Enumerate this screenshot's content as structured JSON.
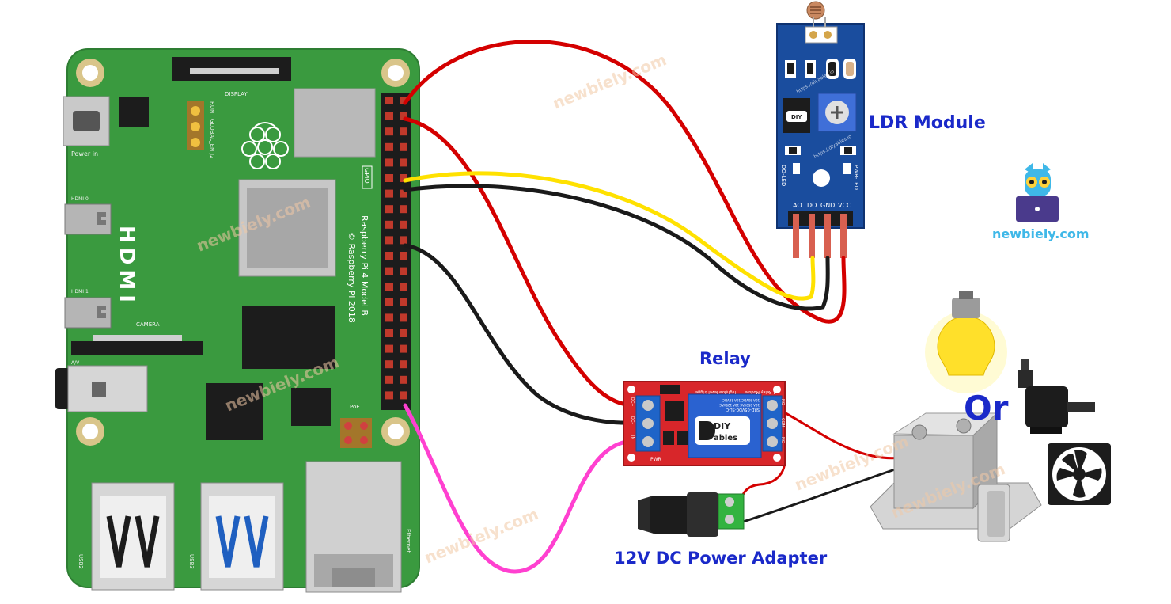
{
  "labels": {
    "ldr_module": "LDR Module",
    "relay": "Relay",
    "power_adapter": "12V DC Power Adapter",
    "or": "Or",
    "brand": "newbiely.com"
  },
  "watermark": "newbiely.com",
  "raspberry_pi": {
    "model_line1": "Raspberry Pi 4 Model B",
    "model_line2": "© Raspberry Pi 2018",
    "hdmi": "HDMI",
    "display": "DISPLAY",
    "camera": "CAMERA",
    "gpio": "GPIO",
    "power_in": "Power in",
    "hdmi0": "HDMI 0",
    "hdmi1": "HDMI 1",
    "av": "A/V",
    "poe": "PoE",
    "usb2": "USB2",
    "usb3": "USB3",
    "ethernet": "Ethernet",
    "run": "RUN",
    "global_en": "GLOBAL_EN",
    "j2": "J2"
  },
  "ldr": {
    "pins": [
      "AO",
      "DO",
      "GND",
      "VCC"
    ],
    "do_led": "DO-LED",
    "pwr_led": "PWR-LED",
    "url": "https://diyables.io",
    "diy": "DIY"
  },
  "relay_board": {
    "part_line1": "SRD-05VDC-SL-C",
    "part_line2": "10A 250VAC 10A 125VAC",
    "part_line3": "10A 30VDC 10A 28VDC",
    "title": "1 Relay Module",
    "trigger": "high/low level trigger",
    "diy": "DIY",
    "ables": "ables",
    "pwr": "PWR",
    "left_pins": [
      "DC+",
      "DC-",
      "IN"
    ],
    "right_pins": [
      "NO",
      "COM",
      "NC"
    ]
  },
  "colors": {
    "pcb_green": "#3a9a3f",
    "label_blue": "#1a29c9",
    "wire_red": "#d40000",
    "wire_black": "#1a1a1a",
    "wire_yellow": "#ffe100",
    "wire_pink": "#ff40d0",
    "ldr_board": "#1a4d9e",
    "relay_board": "#d8262a"
  },
  "icons": [
    "raspberry-logo-icon",
    "light-bulb-icon",
    "water-pump-icon",
    "cooling-fan-icon",
    "solenoid-lock-icon",
    "owl-laptop-logo-icon",
    "diyables-logo-icon"
  ]
}
